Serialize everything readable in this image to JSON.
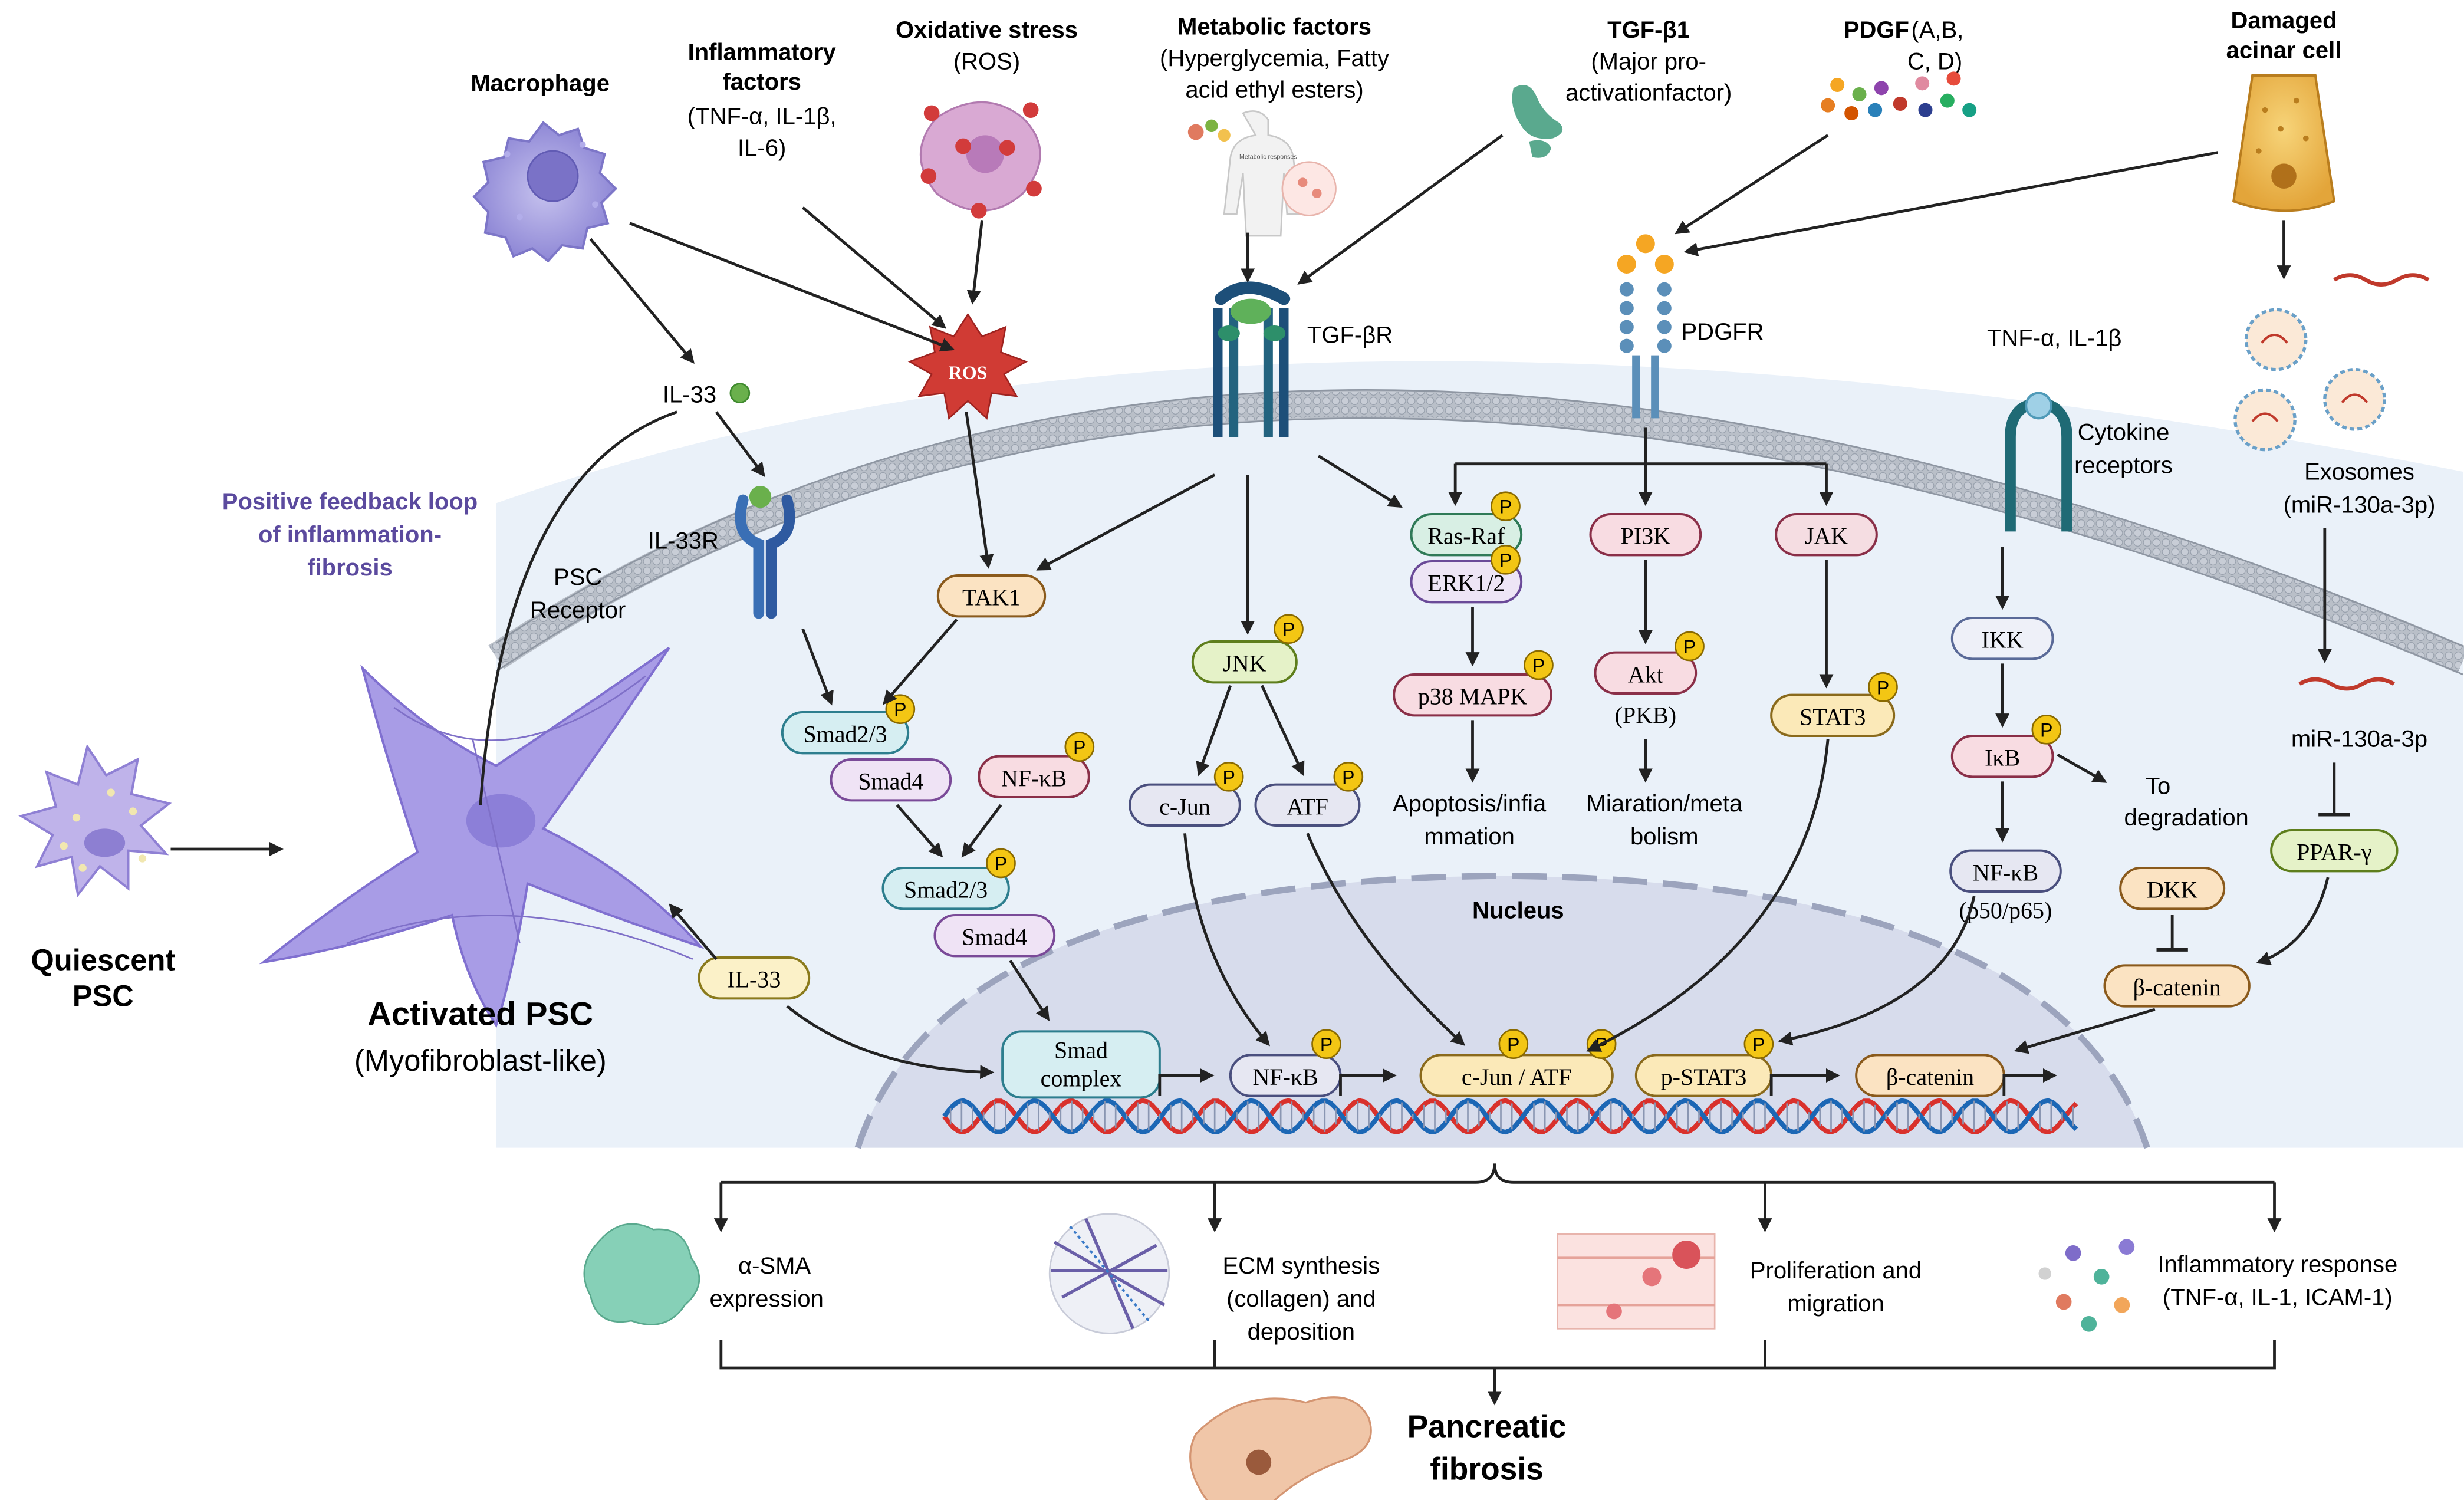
{
  "stimuli": {
    "macrophage": "Macrophage",
    "inflammatory_title1": "Inflammatory",
    "inflammatory_title2": "factors",
    "inflammatory_sub1": "(TNF-α, IL-1β,",
    "inflammatory_sub2": "IL-6)",
    "oxidative_title": "Oxidative stress",
    "oxidative_sub": "(ROS)",
    "metabolic_title": "Metabolic factors",
    "metabolic_sub1": "(Hyperglycemia, Fatty",
    "metabolic_sub2": "acid ethyl esters)",
    "metabolic_inner": "Metabolic responses",
    "tgf_title": "TGF-β1",
    "tgf_sub1": "(Major pro-",
    "tgf_sub2": "activationfactor)",
    "pdgf_title": "PDGF",
    "pdgf_sub1": "(A,B,",
    "pdgf_sub2": "C, D)",
    "damaged_title1": "Damaged",
    "damaged_title2": "acinar cell"
  },
  "labels": {
    "ros_burst": "ROS",
    "il33_free": "IL-33",
    "il33r": "IL-33R",
    "psc_receptor1": "PSC",
    "psc_receptor2": "Receptor",
    "feedback1": "Positive feedback loop",
    "feedback2": "of inflammation-",
    "feedback3": "fibrosis",
    "tgfbr": "TGF-βR",
    "pdgfr": "PDGFR",
    "tnf_il1": "TNF-α, IL-1β",
    "cytokine1": "Cytokine",
    "cytokine2": "receptors",
    "exosomes1": "Exosomes",
    "exosomes2": "(miR-130a-3p)",
    "mir": "miR-130a-3p",
    "nucleus": "Nucleus",
    "quiescent1": "Quiescent",
    "quiescent2": "PSC",
    "activated1": "Activated PSC",
    "activated2": "(Myofibroblast-like)",
    "to_degradation1": "To",
    "to_degradation2": "degradation",
    "apoptosis1": "Apoptosis/infia",
    "apoptosis2": "mmation",
    "migration1": "Miaration/meta",
    "migration2": "bolism",
    "pkb": "(PKB)",
    "p50p65": "(p50/p65)",
    "phospho": "P"
  },
  "boxes": {
    "tak1": "TAK1",
    "smad23": "Smad2/3",
    "smad4": "Smad4",
    "nfkb": "NF-κB",
    "il33_box": "IL-33",
    "jnk": "JNK",
    "cjun": "c-Jun",
    "atf": "ATF",
    "rasraf": "Ras-Raf",
    "erk": "ERK1/2",
    "p38": "p38 MAPK",
    "pi3k": "PI3K",
    "akt": "Akt",
    "jak": "JAK",
    "stat3": "STAT3",
    "ikk": "IKK",
    "ikb": "IκB",
    "dkk": "DKK",
    "bcatenin": "β-catenin",
    "pparg": "PPAR-γ",
    "smad_complex1": "Smad",
    "smad_complex2": "complex",
    "cjun_atf": "c-Jun / ATF",
    "pstat3": "p-STAT3"
  },
  "outcomes": {
    "asma1": "α-SMA",
    "asma2": "expression",
    "ecm1": "ECM synthesis",
    "ecm2": "(collagen) and",
    "ecm3": "deposition",
    "prolif1": "Proliferation and",
    "prolif2": "migration",
    "inflam1": "Inflammatory response",
    "inflam2": "(TNF-α, IL-1, ICAM-1)",
    "final1": "Pancreatic",
    "final2": "fibrosis"
  }
}
